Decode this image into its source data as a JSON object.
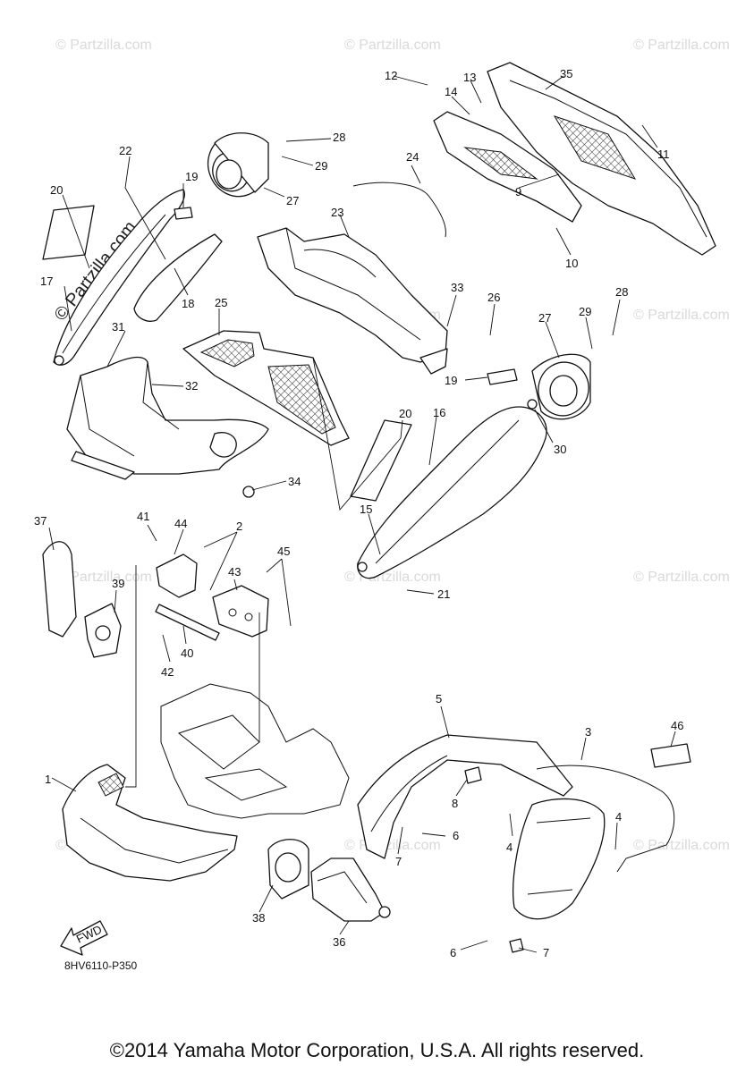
{
  "diagram": {
    "callouts": {
      "c1": "1",
      "c2": "2",
      "c3": "3",
      "c4a": "4",
      "c4b": "4",
      "c5": "5",
      "c6a": "6",
      "c6b": "6",
      "c7a": "7",
      "c7b": "7",
      "c8": "8",
      "c9": "9",
      "c10": "10",
      "c11": "11",
      "c12": "12",
      "c13": "13",
      "c14": "14",
      "c15": "15",
      "c16": "16",
      "c17": "17",
      "c18": "18",
      "c19a": "19",
      "c19b": "19",
      "c20a": "20",
      "c20b": "20",
      "c21": "21",
      "c22": "22",
      "c23": "23",
      "c24": "24",
      "c25": "25",
      "c26": "26",
      "c27a": "27",
      "c27b": "27",
      "c28a": "28",
      "c28b": "28",
      "c29a": "29",
      "c29b": "29",
      "c30": "30",
      "c31": "31",
      "c32": "32",
      "c33": "33",
      "c34": "34",
      "c35": "35",
      "c36": "36",
      "c37": "37",
      "c38": "38",
      "c39": "39",
      "c40": "40",
      "c41": "41",
      "c42": "42",
      "c43": "43",
      "c44": "44",
      "c45": "45",
      "c46": "46"
    },
    "watermark": "© Partzilla.com",
    "fwd_label": "FWD",
    "diagram_code": "8HV6110-P350"
  },
  "footer": {
    "copyright": "©2014 Yamaha Motor Corporation, U.S.A. All rights reserved."
  }
}
